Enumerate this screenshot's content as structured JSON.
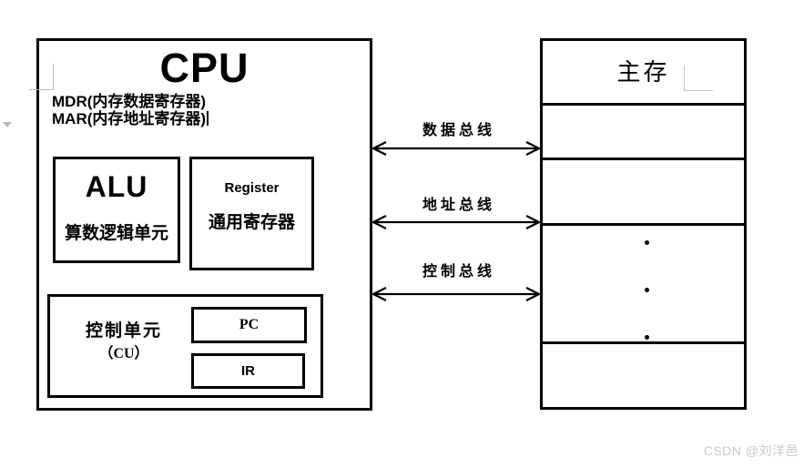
{
  "page": {
    "background": "#ffffff",
    "ink_color": "#000000",
    "watermark_color": "#c9c9c9"
  },
  "cpu": {
    "title": "CPU",
    "registers": {
      "mdr_line": "MDR(内存数据寄存器)",
      "mar_line": "MAR(内存地址寄存器)"
    },
    "alu": {
      "title": "ALU",
      "subtitle": "算数逻辑单元"
    },
    "general_register": {
      "title": "Register",
      "subtitle": "通用寄存器"
    },
    "control_unit": {
      "name_line1": "控制单元",
      "name_line2": "（CU）",
      "pc_label": "PC",
      "ir_label": "IR"
    }
  },
  "buses": [
    {
      "label": "数据总线"
    },
    {
      "label": "地址总线"
    },
    {
      "label": "控制总线"
    }
  ],
  "memory": {
    "title": "主存"
  },
  "watermark": "CSDN @刘洋邑"
}
